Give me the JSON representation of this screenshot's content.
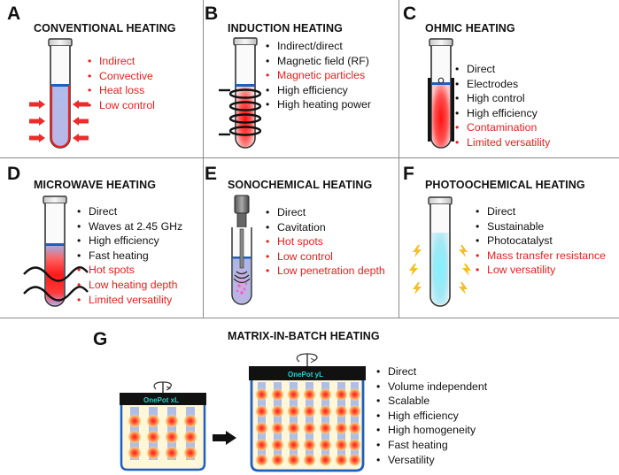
{
  "panels": {
    "a": {
      "letter": "A",
      "title": "CONVENTIONAL HEATING",
      "bullets": [
        "Indirect",
        "Convective",
        "Heat loss",
        "Low control"
      ]
    },
    "b": {
      "letter": "B",
      "title": "INDUCTION HEATING",
      "bullets": [
        "Indirect/direct",
        "Magnetic field (RF)",
        "Magnetic particles",
        "High efficiency",
        "High heating power"
      ]
    },
    "c": {
      "letter": "C",
      "title": "OHMIC HEATING",
      "bullets": [
        "Direct",
        "Electrodes",
        "High control",
        "High efficiency",
        "Contamination",
        "Limited versatility"
      ]
    },
    "d": {
      "letter": "D",
      "title": "MICROWAVE HEATING",
      "bullets": [
        "Direct",
        "Waves at 2.45 GHz",
        "High efficiency",
        "Fast heating",
        "Hot spots",
        "Low heating depth",
        "Limited versatility"
      ]
    },
    "e": {
      "letter": "E",
      "title": "SONOCHEMICAL HEATING",
      "bullets": [
        "Direct",
        "Cavitation",
        "Hot spots",
        "Low control",
        "Low penetration depth"
      ]
    },
    "f": {
      "letter": "F",
      "title": "PHOTOOCHEMICAL HEATING",
      "bullets": [
        "Direct",
        "Sustainable",
        "Photocatalyst",
        "Mass transfer resistance",
        "Low versatility"
      ]
    },
    "g": {
      "letter": "G",
      "title": "MATRIX-IN-BATCH HEATING",
      "small_label": "OnePot xL",
      "large_label": "OnePot yL",
      "bullets": [
        "Direct",
        "Volume independent",
        "Scalable",
        "High efficiency",
        "High homogeneity",
        "Fast heating",
        "Versatility"
      ]
    }
  },
  "colors": {
    "positive": "#111111",
    "negative": "#e8201e",
    "accent": "#1fd3cf",
    "heat": "#ff1a1a",
    "liquid": "#a8b8e8",
    "vessel": "#1f5fbf",
    "divider": "#8a8a8a"
  },
  "icons": [
    "test-tube-icon",
    "heat-arrow-icon",
    "induction-coil-icon",
    "electrode-icon",
    "microwave-icon",
    "ultrasound-probe-icon",
    "light-bolt-icon",
    "rotation-arrow-icon",
    "right-arrow-icon"
  ]
}
